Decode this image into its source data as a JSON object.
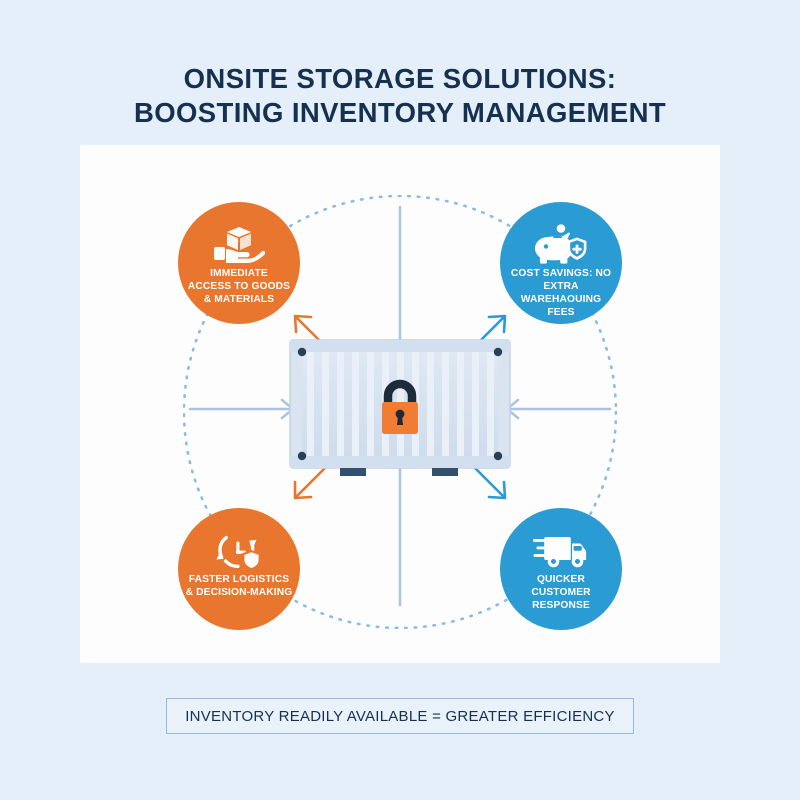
{
  "theme": {
    "background": "#e4eff9",
    "card_background": "#fdfdfe",
    "orange": "#e9762e",
    "blue": "#2b9bd4",
    "title_color": "#15314f",
    "arrow_gray": "#aec4de",
    "dotted_ring": "#8cbbe2",
    "lock_orange": "#f07d33",
    "lock_shackle": "#1d2b3a"
  },
  "header": {
    "title": "ONSITE STORAGE SOLUTIONS:\nBOOSTING INVENTORY MANAGEMENT"
  },
  "nodes": [
    {
      "id": "immediate-access",
      "label": "IMMEDIATE\nACCESS TO GOODS\n& MATERIALS",
      "color": "#e9762e",
      "icon": "hand-holding-box-icon",
      "position": "top-left"
    },
    {
      "id": "cost-savings",
      "label": "COST SAVINGS: NO\nEXTRA WAREHAOUING\nFEES",
      "color": "#2b9bd4",
      "icon": "piggy-bank-shield-icon",
      "position": "top-right"
    },
    {
      "id": "faster-logistics",
      "label": "FASTER LOGISTICS\n& DECISION-MAKING",
      "color": "#e9762e",
      "icon": "clock-refresh-shield-icon",
      "position": "bottom-left"
    },
    {
      "id": "quicker-response",
      "label": "QUICKER\nCUSTOMER\nRESPONSE",
      "color": "#2b9bd4",
      "icon": "delivery-truck-icon",
      "position": "bottom-right"
    }
  ],
  "center": {
    "icon": "shipping-container-icon",
    "overlay_icon": "padlock-icon"
  },
  "connectors": {
    "ring_style": "dotted",
    "arrows": [
      {
        "name": "arrow-top-down",
        "direction": "down",
        "color": "#aec4de"
      },
      {
        "name": "arrow-bottom-up",
        "direction": "up",
        "color": "#aec4de"
      },
      {
        "name": "arrow-left-right",
        "direction": "right",
        "color": "#aec4de"
      },
      {
        "name": "arrow-right-left",
        "direction": "left",
        "color": "#aec4de"
      },
      {
        "name": "arrow-diag-top-left",
        "direction": "up-left",
        "color": "#e9762e"
      },
      {
        "name": "arrow-diag-top-right",
        "direction": "up-right",
        "color": "#2b9bd4"
      },
      {
        "name": "arrow-diag-bottom-left",
        "direction": "down-left",
        "color": "#e9762e"
      },
      {
        "name": "arrow-diag-bottom-right",
        "direction": "down-right",
        "color": "#2b9bd4"
      }
    ]
  },
  "footer": {
    "banner_text": "INVENTORY READILY AVAILABLE = GREATER EFFICIENCY"
  }
}
